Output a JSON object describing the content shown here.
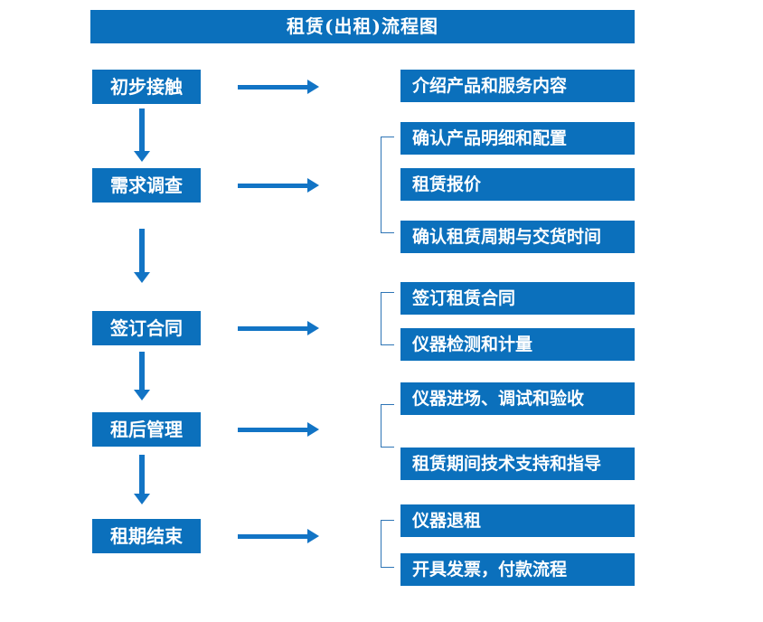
{
  "title": "租赁(出租)流程图",
  "colors": {
    "box-blue": "#0B70BC",
    "arrow-blue": "#1274C5",
    "bracket-blue": "#2E75B6",
    "text-white": "#FFFFFF"
  },
  "stages": [
    {
      "label": "初步接触"
    },
    {
      "label": "需求调查"
    },
    {
      "label": "签订合同"
    },
    {
      "label": "租后管理"
    },
    {
      "label": "租期结束"
    }
  ],
  "details": [
    {
      "label": "介绍产品和服务内容"
    },
    {
      "label": "确认产品明细和配置"
    },
    {
      "label": "租赁报价"
    },
    {
      "label": "确认租赁周期与交货时间"
    },
    {
      "label": "签订租赁合同"
    },
    {
      "label": "仪器检测和计量"
    },
    {
      "label": "仪器进场、调试和验收"
    },
    {
      "label": "租赁期间技术支持和指导"
    },
    {
      "label": "仪器退租"
    },
    {
      "label": "开具发票，付款流程"
    }
  ]
}
